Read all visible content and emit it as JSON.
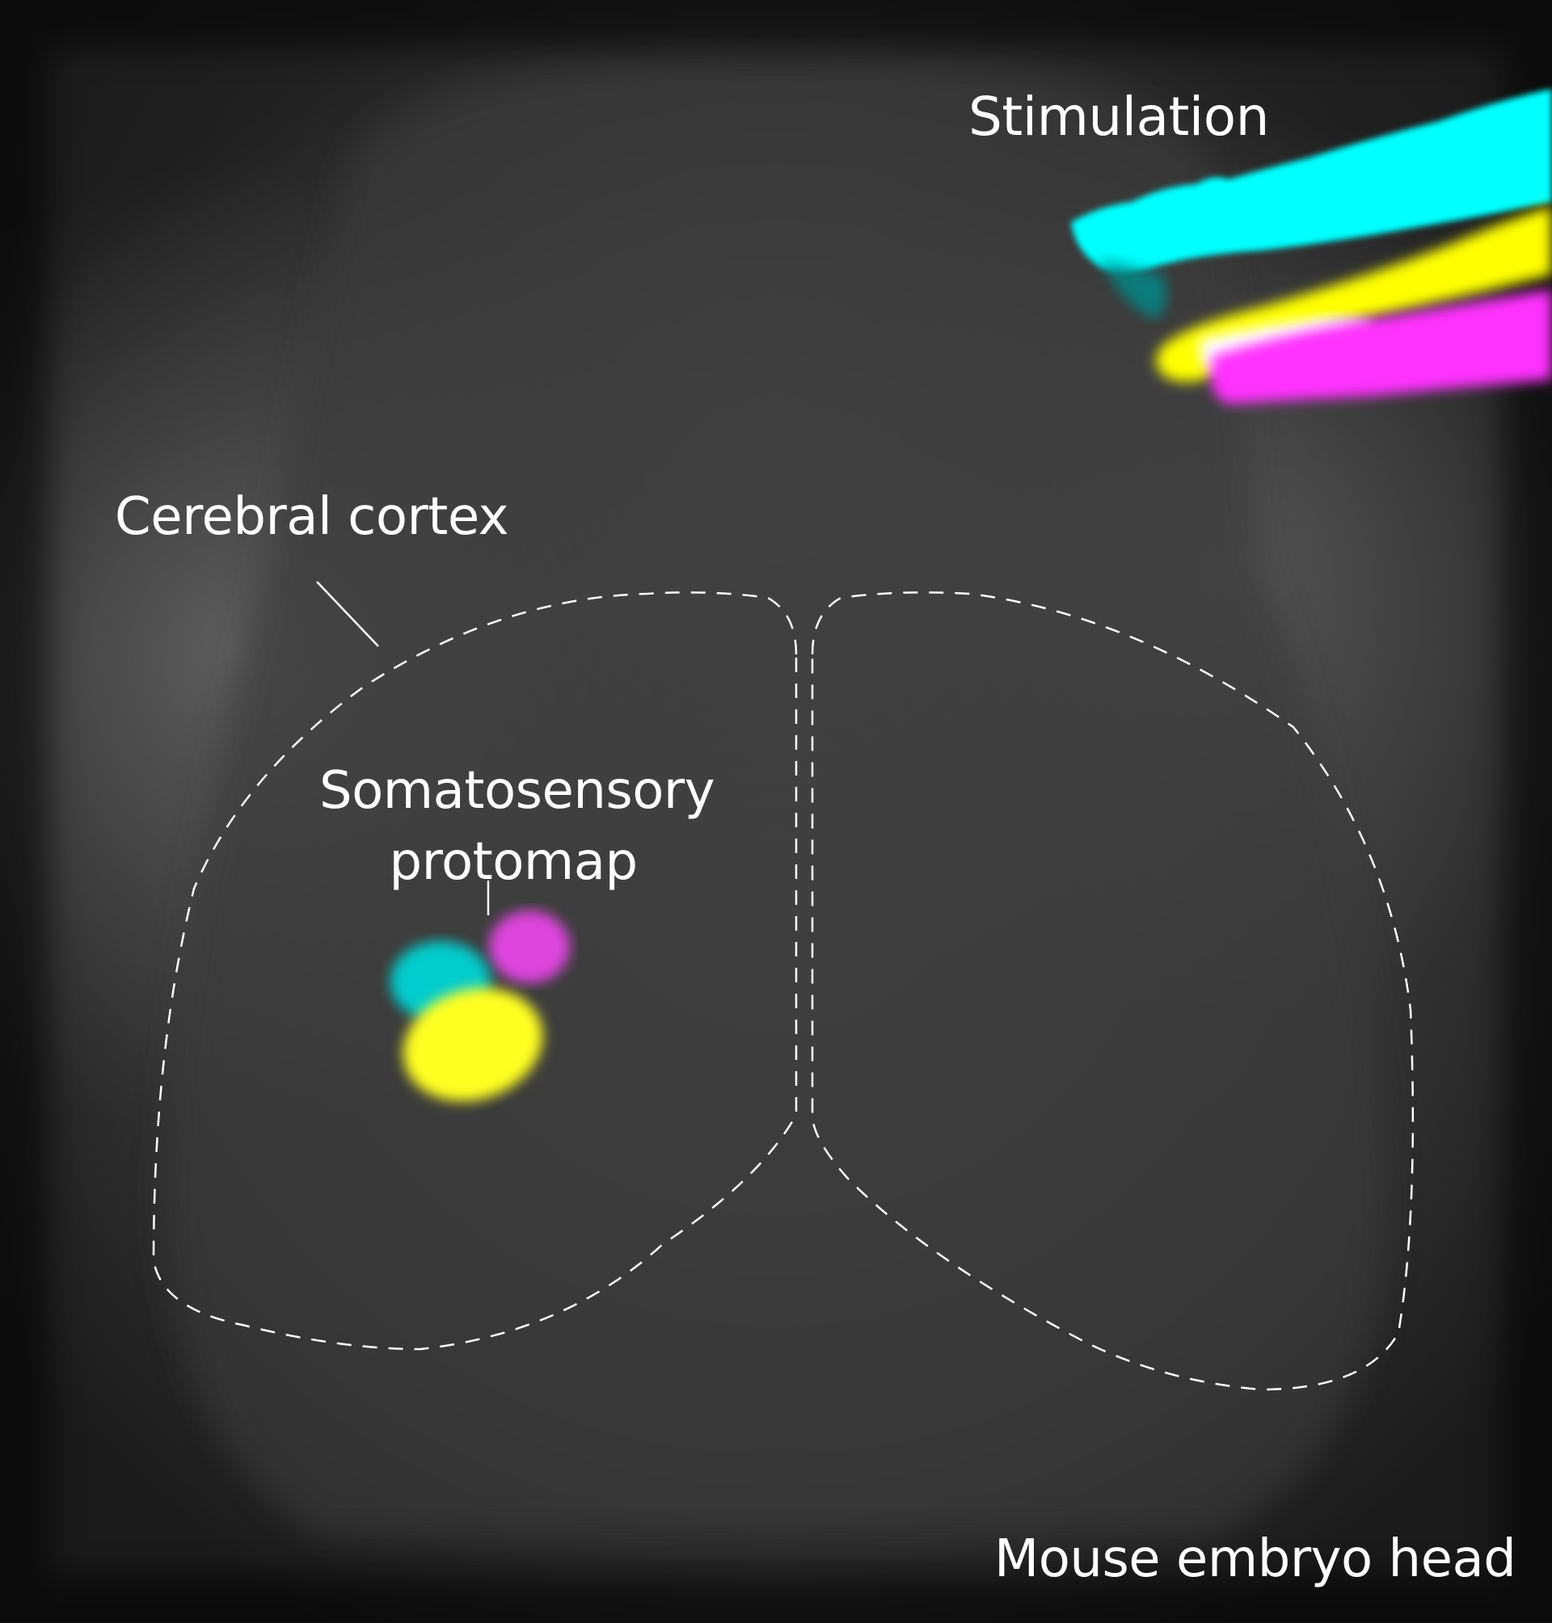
{
  "figure": {
    "labels": {
      "stimulation": "Stimulation",
      "cerebral_cortex": "Cerebral cortex",
      "somatosensory_line1": "Somatosensory",
      "somatosensory_line2": "protomap",
      "specimen": "Mouse embryo head"
    },
    "colors": {
      "background_gray": "#3f3f3f",
      "outline": "#ffffff",
      "cyan": "#00ffff",
      "yellow": "#ffff00",
      "magenta": "#ff33ff",
      "label_text": "#ffffff"
    },
    "stimulation_channels": [
      "cyan",
      "yellow",
      "magenta"
    ],
    "protomap_regions": [
      "cyan",
      "magenta",
      "yellow"
    ],
    "hemispheres": [
      "left",
      "right"
    ]
  }
}
